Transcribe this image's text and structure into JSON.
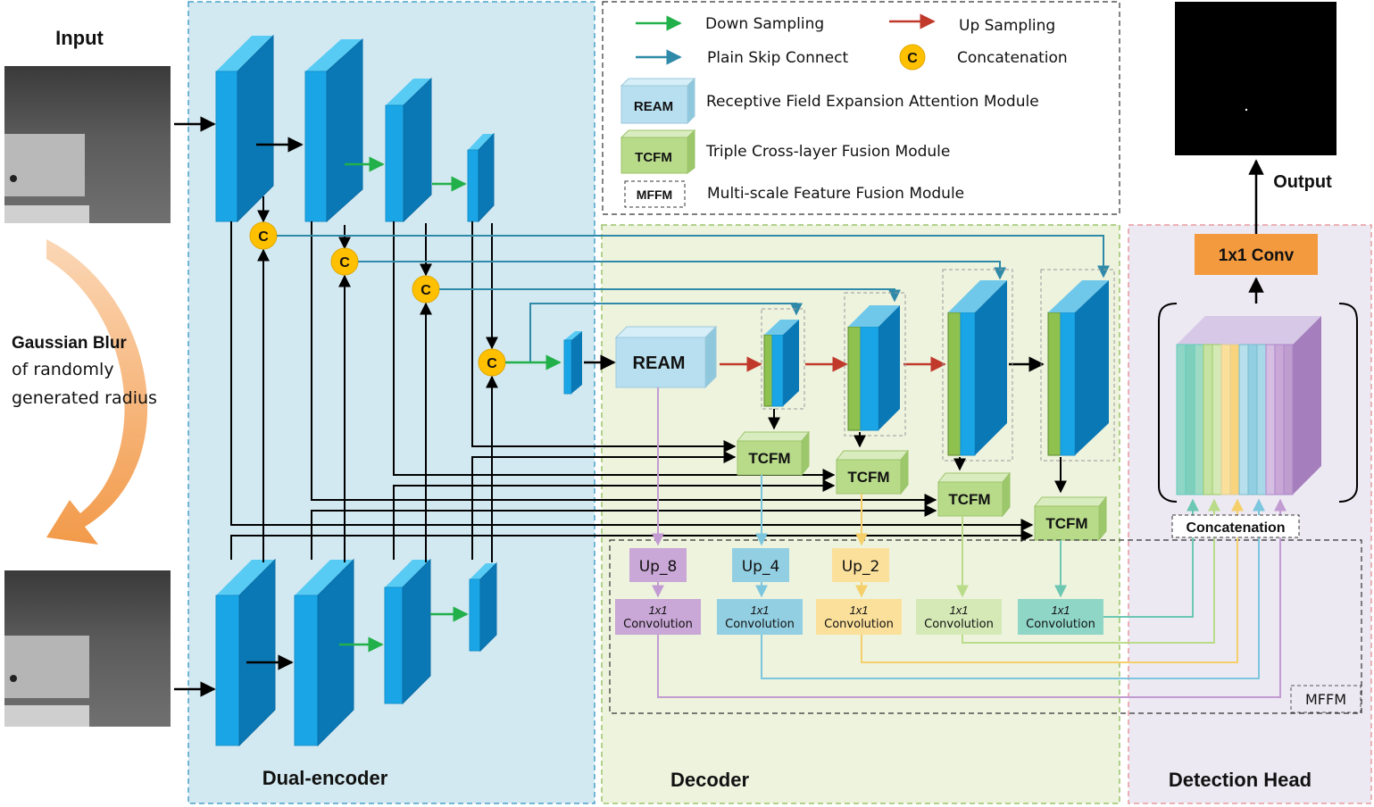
{
  "labels": {
    "input": "Input",
    "output": "Output",
    "blur_line1": "Gaussian Blur",
    "blur_line2": "of randomly",
    "blur_line3": "generated radius",
    "dual_encoder": "Dual-encoder",
    "decoder": "Decoder",
    "detection_head": "Detection Head"
  },
  "legend": {
    "down_sampling": "Down Sampling",
    "up_sampling": "Up Sampling",
    "plain_skip": "Plain Skip Connect",
    "concat_symbol": "C",
    "concatenation": "Concatenation",
    "ream_tag": "REAM",
    "ream_desc": "Receptive Field Expansion Attention Module",
    "tcfm_tag": "TCFM",
    "tcfm_desc": "Triple Cross-layer Fusion Module",
    "mffm_tag": "MFFM",
    "mffm_desc": "Multi-scale Feature Fusion Module"
  },
  "modules": {
    "ream": "REAM",
    "tcfm": "TCFM",
    "concat_symbol": "C",
    "up8": "Up_8",
    "up4": "Up_4",
    "up2": "Up_2",
    "conv_line1": "1x1",
    "conv_line2": "Convolution",
    "mffm": "MFFM",
    "concatenation": "Concatenation",
    "head_conv": "1x1 Conv"
  },
  "colors": {
    "encoder_bg": "#d3e9f1",
    "decoder_bg": "#eef3de",
    "head_bg": "#ece9f2",
    "block_front": "#1aa6e6",
    "block_side": "#0a78b5",
    "block_top": "#58cbf4",
    "tcfm_green": "#a9d16e",
    "concat_circle": "#ffc000",
    "down_arrow": "#22b04a",
    "up_arrow": "#c0392b",
    "skip_arrow": "#2e8aa8",
    "head_conv": "#f39a3f",
    "up8": "#c9a7d6",
    "up4": "#93cfe2",
    "up2": "#fbe09b",
    "conv_green": "#d5e9b6",
    "conv_teal": "#8fd6c7"
  }
}
